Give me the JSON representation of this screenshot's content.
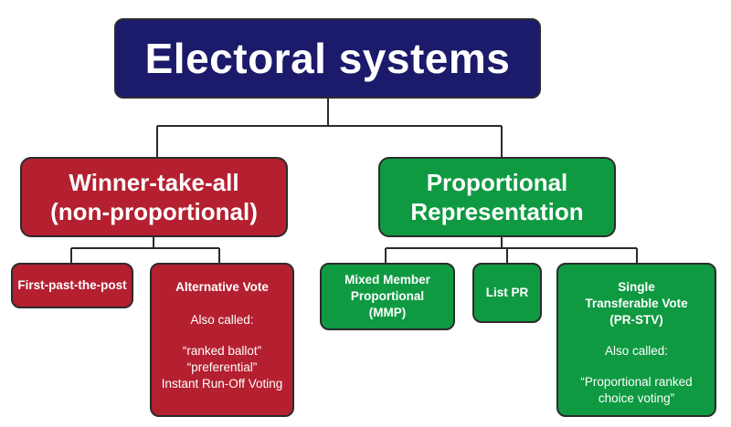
{
  "title": "Electoral systems",
  "branches": {
    "winner_take_all": {
      "title_line1": "Winner-take-all",
      "title_line2": "(non-proportional)",
      "color": "#b42030",
      "children": {
        "fptp": {
          "label": "First-past-the-post"
        },
        "alternative_vote": {
          "label": "Alternative Vote",
          "also_called_label": "Also called:",
          "names": [
            "“ranked ballot”",
            "“preferential”",
            "Instant Run-Off Voting"
          ]
        }
      }
    },
    "proportional": {
      "title_line1": "Proportional",
      "title_line2": "Representation",
      "color": "#0f9a42",
      "children": {
        "mmp": {
          "lines": [
            "Mixed Member",
            "Proportional",
            "(MMP)"
          ]
        },
        "list_pr": {
          "label": "List PR"
        },
        "stv": {
          "lines": [
            "Single",
            "Transferable Vote",
            "(PR-STV)"
          ],
          "also_called_label": "Also called:",
          "names": [
            "“Proportional ranked",
            "choice voting”"
          ]
        }
      }
    }
  },
  "colors": {
    "root": "#1c1a6b",
    "connector": "#2b2b2b"
  }
}
